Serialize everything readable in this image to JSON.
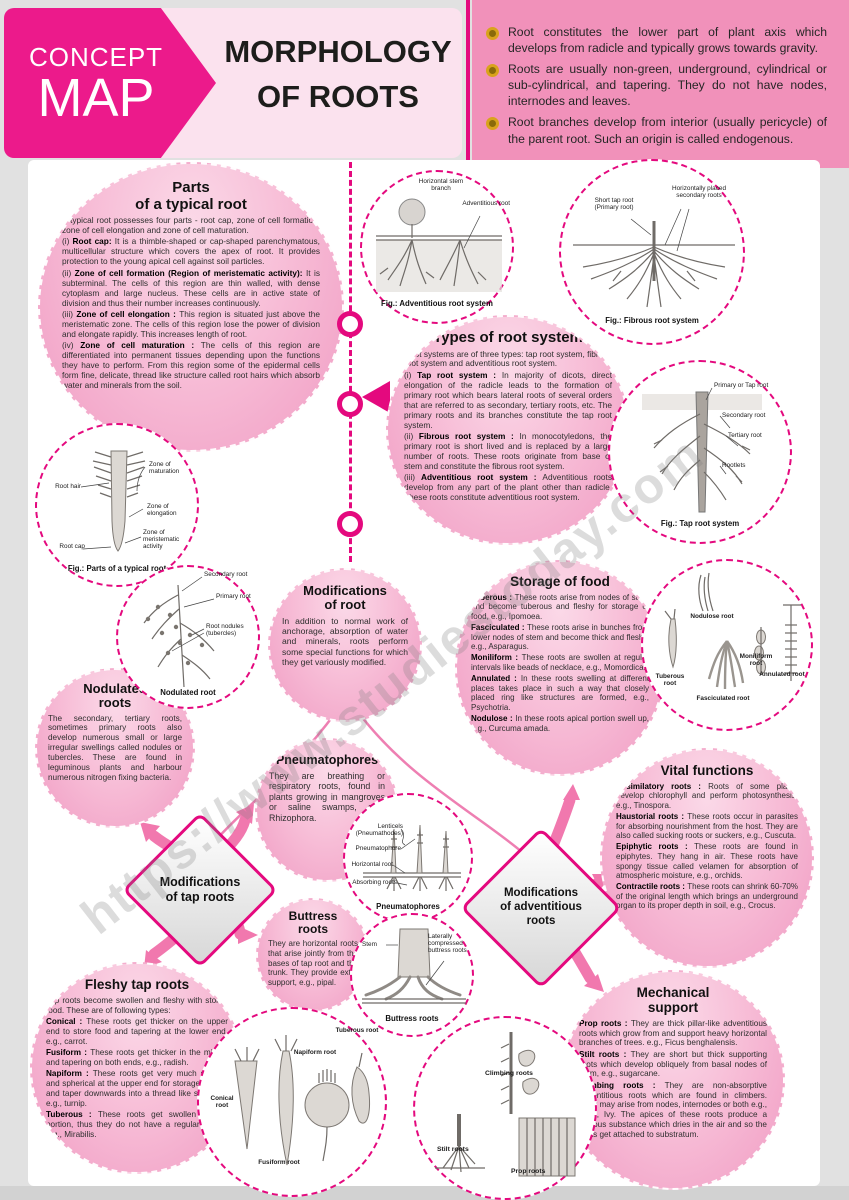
{
  "colors": {
    "accent": "#e4097e",
    "banner_pink": "#ec1a8b",
    "bubble_pink": "#f4a8cb",
    "header_panel": "#f191ba",
    "title_box": "#fbe2ee"
  },
  "header": {
    "banner_line1": "CONCEPT",
    "banner_line2": "MAP",
    "title": "MORPHOLOGY\nOF ROOTS",
    "bullets": [
      "Root constitutes the lower part of plant axis which develops from radicle and typically grows towards gravity.",
      "Roots are usually non-green, underground, cylindrical or sub-cylindrical, and tapering. They do not have nodes, internodes and leaves.",
      "Root branches develop from interior (usually pericycle) of the parent root. Such an origin is called endogenous."
    ]
  },
  "watermark": "https://www.studiestoday.com",
  "nodes": {
    "parts": {
      "title": "Parts\nof a typical root",
      "items": [
        {
          "text": "A typical root possesses four parts - root cap, zone of cell formation, zone of cell elongation and zone of cell maturation."
        },
        {
          "num": "(i)",
          "lead": "Root cap:",
          "text": "It is a thimble-shaped or cap-shaped parenchymatous, multicellular structure which covers the apex of root. It provides protection to the young apical cell against soil particles."
        },
        {
          "num": "(ii)",
          "lead": "Zone of cell formation (Region of meristematic activity):",
          "text": "It is subterminal. The cells of this region are thin walled, with dense cytoplasm and large nucleus. These cells are in active state of division and thus their number increases continuously."
        },
        {
          "num": "(iii)",
          "lead": "Zone of cell elongation :",
          "text": "This region is situated just above the meristematic zone. The cells of this region lose the power of division and elongate rapidly. This increases length of root."
        },
        {
          "num": "(iv)",
          "lead": "Zone of cell maturation :",
          "text": "The cells of this region are differentiated into permanent tissues depending upon the functions they have to perform. From this region some of the epidermal cells form fine, delicate, thread like structure called root hairs which absorb water and minerals from the soil."
        }
      ]
    },
    "types": {
      "title": "Types of root system",
      "items": [
        {
          "text": "Root systems are of three types: tap root system, fibrous root system and adventitious root system."
        },
        {
          "num": "(i)",
          "lead": "Tap root system :",
          "text": "In majority of dicots, direct elongation of the radicle leads to the formation of primary root which bears lateral roots of several orders that are referred to as secondary, tertiary roots, etc. The primary roots and its branches constitute the tap root system."
        },
        {
          "num": "(ii)",
          "lead": "Fibrous root system :",
          "text": "In monocotyledons, the primary root is short lived and is replaced by a large number of roots. These roots originate from base of stem and constitute the fibrous root system."
        },
        {
          "num": "(iii)",
          "lead": "Adventitious root system :",
          "text": "Adventitious roots develop from any part of the plant other than radicle. These roots constitute adventitious root system."
        }
      ]
    },
    "modifications": {
      "title": "Modifications\nof root",
      "body": "In addition to normal work of anchorage, absorption of water and minerals, roots perform some special functions for which they get variously modified."
    },
    "storage": {
      "title": "Storage of food",
      "items": [
        {
          "lead": "Tuberous :",
          "text": "These roots arise from nodes of stem and become tuberous and fleshy for storage of food, e.g., Ipomoea."
        },
        {
          "lead": "Fasciculated :",
          "text": "These roots arise in bunches from lower nodes of stem and become thick and fleshy, e.g., Asparagus."
        },
        {
          "lead": "Moniliform :",
          "text": "These roots are swollen at regular intervals like beads of necklace, e.g., Momordica."
        },
        {
          "lead": "Annulated :",
          "text": "In these roots swelling at different places takes place in such a way that closely placed ring like structures are formed, e.g., Psychotria."
        },
        {
          "lead": "Nodulose :",
          "text": "In these roots apical portion swell up, e.g., Curcuma amada."
        }
      ]
    },
    "nodulated": {
      "title": "Nodulated\nroots",
      "body": "The secondary, tertiary roots, sometimes primary roots also develop numerous small or large irregular swellings called nodules or tubercles. These are found in leguminous plants and harbour numerous nitrogen fixing bacteria."
    },
    "pneumatophores": {
      "title": "Pneumatophores",
      "body": "They are breathing or respiratory roots, found in plants growing in mangroves or saline swamps, e.g., Rhizophora."
    },
    "vital": {
      "title": "Vital functions",
      "items": [
        {
          "lead": "Assimilatory roots :",
          "text": "Roots of some plants develop chlorophyll and perform photosynthesis, e.g., Tinospora."
        },
        {
          "lead": "Haustorial roots :",
          "text": "These roots occur in parasites for absorbing nourishment from the host. They are also called sucking roots or suckers, e.g., Cuscuta."
        },
        {
          "lead": "Epiphytic roots :",
          "text": "These roots are found in epiphytes. They hang in air. These roots have spongy tissue called velamen for absorption of atmospheric moisture, e.g., orchids."
        },
        {
          "lead": "Contractile roots :",
          "text": "These roots can shrink 60-70% of the original length which brings an underground organ to its proper depth in soil, e.g., Crocus."
        }
      ]
    },
    "tap_diamond": {
      "label": "Modifications\nof tap roots"
    },
    "adv_diamond": {
      "label": "Modifications\nof adventitious\nroots"
    },
    "buttress": {
      "title": "Buttress\nroots",
      "body": "They are horizontal roots that arise jointly from the bases of tap root and the trunk. They provide extra support, e.g., pipal."
    },
    "fleshy": {
      "title": "Fleshy tap roots",
      "items": [
        {
          "text": "Tap roots become swollen and fleshy with stored food. These are of following types:"
        },
        {
          "lead": "Conical :",
          "text": "These roots get thicker on the upper end to store food and tapering at the lower end, e.g., carrot."
        },
        {
          "lead": "Fusiform :",
          "text": "These roots get thicker in the middle and tapering on both ends, e.g., radish."
        },
        {
          "lead": "Napiform :",
          "text": "These roots get very much swollen and spherical at the upper end for storage of food and taper downwards into a thread like structure, e.g., turnip."
        },
        {
          "lead": "Tuberous :",
          "text": "These roots get swollen in any portion, thus they do not have a regular shape, e.g., Mirabilis."
        }
      ]
    },
    "mechanical": {
      "title": "Mechanical\nsupport",
      "items": [
        {
          "lead": "Prop roots :",
          "text": "They are thick pillar-like adventitious roots which grow from and support heavy horizontal branches of trees. e.g., Ficus benghalensis."
        },
        {
          "lead": "Stilt roots :",
          "text": "They are short but thick supporting roots which develop obliquely from basal nodes of stem, e.g., sugarcane."
        },
        {
          "lead": "Climbing roots :",
          "text": "They are non-absorptive adventitious roots which are found in climbers. They may arise from nodes, internodes or both e.g., betel, Ivy. The apices of these roots produce a viscous substance which dries in the air and so the roots get attached to substratum."
        }
      ]
    }
  },
  "figures": {
    "parts": {
      "labels": [
        "Root hair",
        "Zone of maturation",
        "Zone of elongation",
        "Zone of meristematic activity",
        "Root cap"
      ],
      "caption": "Fig.: Parts of a typical root"
    },
    "adventitious": {
      "labels": [
        "Horizontal stem branch",
        "Adventitious root"
      ],
      "caption": "Fig.: Adventitious root system"
    },
    "fibrous": {
      "labels": [
        "Short tap root (Primary root)",
        "Horizontally placed secondary roots"
      ],
      "caption": "Fig.: Fibrous root system"
    },
    "taproot": {
      "labels": [
        "Primary or Tap root",
        "Secondary root",
        "Tertiary root",
        "Rootlets"
      ],
      "caption": "Fig.: Tap root system"
    },
    "nodulated": {
      "labels": [
        "Secondary root",
        "Primary root",
        "Root nodules (tubercles)"
      ],
      "caption": "Nodulated root"
    },
    "storage": {
      "labels": [
        "Nodulose root",
        "Tuberous root",
        "Fasciculated root",
        "Moniliform root",
        "Annulated root"
      ]
    },
    "pneumatophores": {
      "labels": [
        "Lenticels (Pneumathodes)",
        "Pneumatophore",
        "Horizontal root",
        "Absorbing roots"
      ],
      "caption": "Pneumatophores"
    },
    "buttress": {
      "labels": [
        "Stem",
        "Laterally compressed buttress roots"
      ],
      "caption": "Buttress roots"
    },
    "fleshy": {
      "labels": [
        "Conical root",
        "Fusiform root",
        "Napiform root",
        "Tuberous root"
      ]
    },
    "support": {
      "labels": [
        "Climbing roots",
        "Stilt roots",
        "Prop roots"
      ]
    }
  }
}
